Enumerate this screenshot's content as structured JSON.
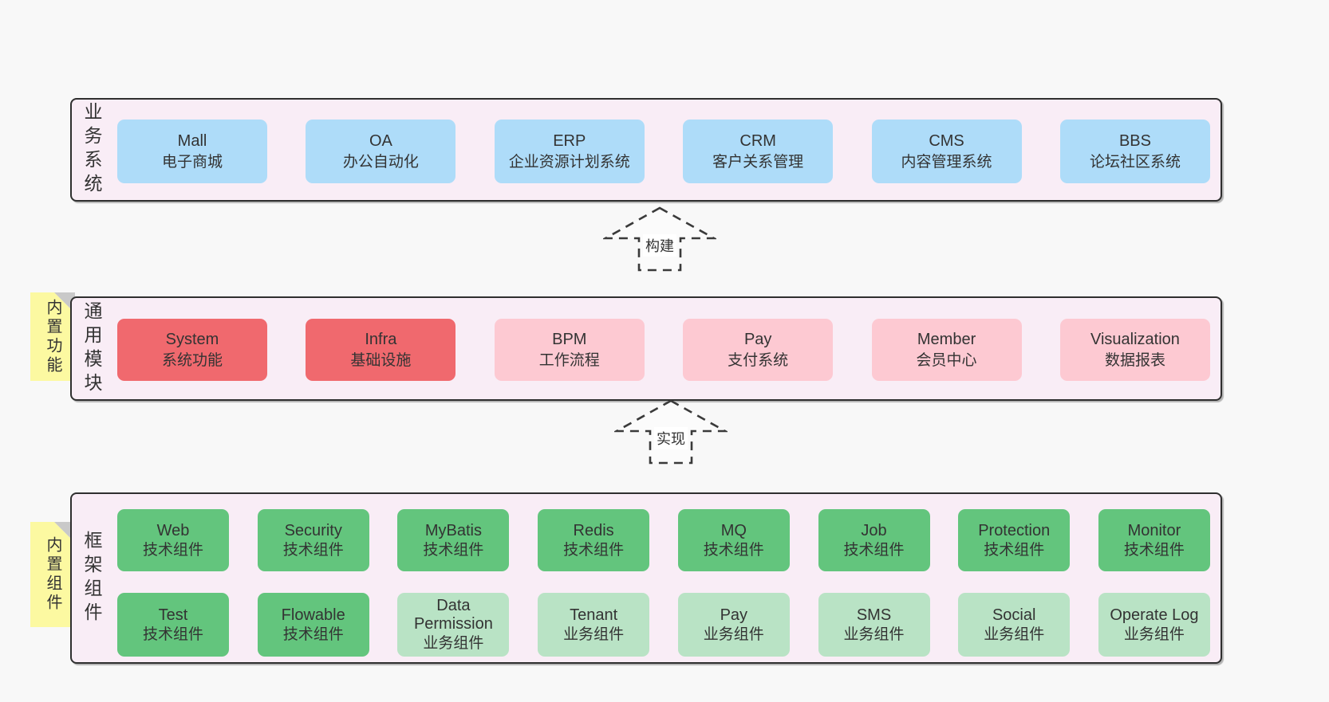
{
  "palette": {
    "page-bg": "#f8f8f8",
    "panel-bg": "#f9edf6",
    "panel-border": "#2f2f2f",
    "blue": "#aedcf9",
    "red": "#f0696e",
    "pink": "#fdc9d2",
    "green": "#63c57d",
    "green-light": "#b9e3c5",
    "yellow": "#fcf9a1",
    "fold-gray": "#c9c9c9",
    "text": "#333333",
    "arrow-stroke": "#3a3a3a",
    "arrow-fill": "#fbfbfb"
  },
  "sections": {
    "business": {
      "label": "业务系统",
      "boxes": [
        {
          "name": "Mall",
          "desc": "电子商城",
          "type": "blue"
        },
        {
          "name": "OA",
          "desc": "办公自动化",
          "type": "blue"
        },
        {
          "name": "ERP",
          "desc": "企业资源计划系统",
          "type": "blue"
        },
        {
          "name": "CRM",
          "desc": "客户关系管理",
          "type": "blue"
        },
        {
          "name": "CMS",
          "desc": "内容管理系统",
          "type": "blue"
        },
        {
          "name": "BBS",
          "desc": "论坛社区系统",
          "type": "blue"
        }
      ]
    },
    "modules": {
      "label": "通用模块",
      "note": "内置功能",
      "boxes": [
        {
          "name": "System",
          "desc": "系统功能",
          "type": "red"
        },
        {
          "name": "Infra",
          "desc": "基础设施",
          "type": "red"
        },
        {
          "name": "BPM",
          "desc": "工作流程",
          "type": "pink"
        },
        {
          "name": "Pay",
          "desc": "支付系统",
          "type": "pink"
        },
        {
          "name": "Member",
          "desc": "会员中心",
          "type": "pink"
        },
        {
          "name": "Visualization",
          "desc": "数据报表",
          "type": "pink"
        }
      ]
    },
    "framework": {
      "label": "框架组件",
      "note": "内置组件",
      "rows": [
        [
          {
            "name": "Web",
            "desc": "技术组件",
            "type": "green"
          },
          {
            "name": "Security",
            "desc": "技术组件",
            "type": "green"
          },
          {
            "name": "MyBatis",
            "desc": "技术组件",
            "type": "green"
          },
          {
            "name": "Redis",
            "desc": "技术组件",
            "type": "green"
          },
          {
            "name": "MQ",
            "desc": "技术组件",
            "type": "green"
          },
          {
            "name": "Job",
            "desc": "技术组件",
            "type": "green"
          },
          {
            "name": "Protection",
            "desc": "技术组件",
            "type": "green"
          },
          {
            "name": "Monitor",
            "desc": "技术组件",
            "type": "green"
          }
        ],
        [
          {
            "name": "Test",
            "desc": "技术组件",
            "type": "green"
          },
          {
            "name": "Flowable",
            "desc": "技术组件",
            "type": "green"
          },
          {
            "name": "Data Permission",
            "desc": "业务组件",
            "type": "green-light"
          },
          {
            "name": "Tenant",
            "desc": "业务组件",
            "type": "green-light"
          },
          {
            "name": "Pay",
            "desc": "业务组件",
            "type": "green-light"
          },
          {
            "name": "SMS",
            "desc": "业务组件",
            "type": "green-light"
          },
          {
            "name": "Social",
            "desc": "业务组件",
            "type": "green-light"
          },
          {
            "name": "Operate Log",
            "desc": "业务组件",
            "type": "green-light"
          }
        ]
      ]
    }
  },
  "arrows": [
    {
      "label": "构建"
    },
    {
      "label": "实现"
    }
  ]
}
